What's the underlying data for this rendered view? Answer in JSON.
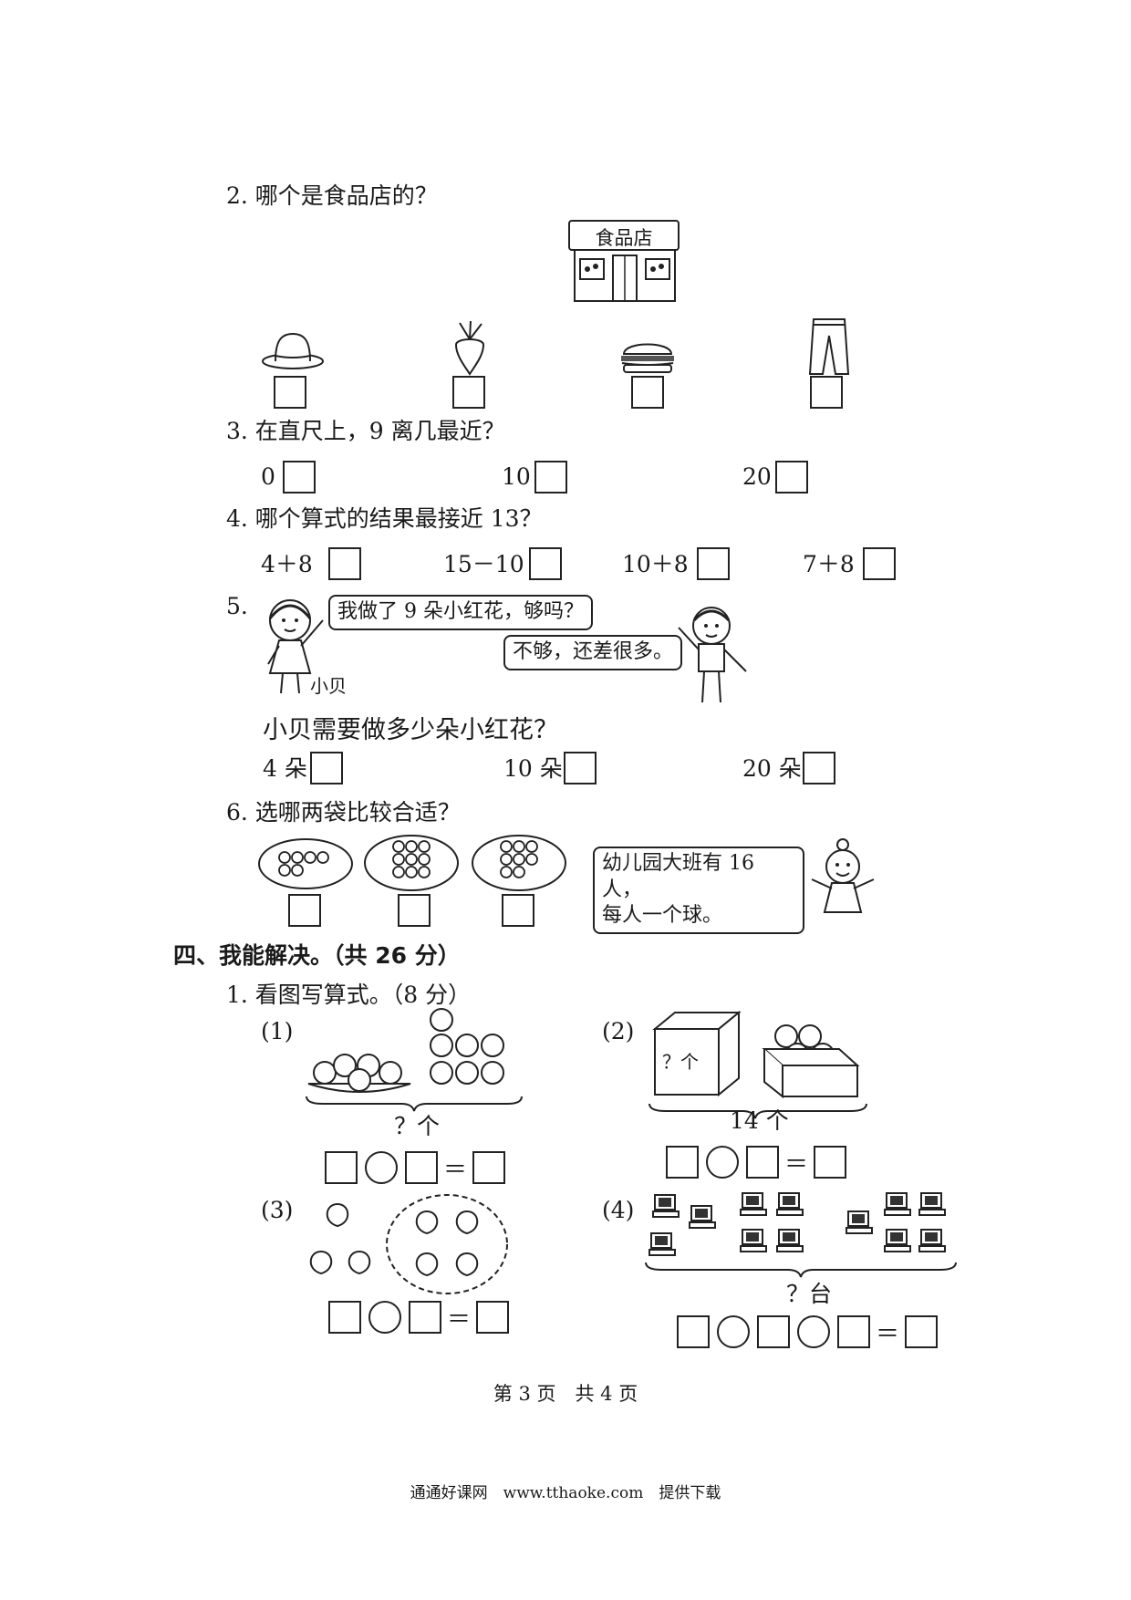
{
  "q2": {
    "title": "2. 哪个是食品店的？",
    "store_sign": "食品店",
    "items": [
      "hat-icon",
      "radish-icon",
      "hamburger-icon",
      "trousers-icon"
    ]
  },
  "q3": {
    "title": "3. 在直尺上，9 离几最近？",
    "options": [
      "0",
      "10",
      "20"
    ]
  },
  "q4": {
    "title": "4. 哪个算式的结果最接近 13？",
    "options": [
      "4＋8",
      "15－10",
      "10＋8",
      "7＋8"
    ]
  },
  "q5": {
    "number": "5.",
    "girl_speech": "我做了 9 朵小红花，够吗？",
    "boy_speech": "不够，还差很多。",
    "girl_name": "小贝",
    "question": "小贝需要做多少朵小红花？",
    "options": [
      "4 朵",
      "10 朵",
      "20 朵"
    ]
  },
  "q6": {
    "title": "6. 选哪两袋比较合适？",
    "speech_line1": "幼儿园大班有 16 人，",
    "speech_line2": "每人一个球。"
  },
  "section4": {
    "title": "四、我能解决。（共 26 分）",
    "q1_title": "1. 看图写算式。（8 分）",
    "p1_label": "(1)",
    "p1_brace_label": "？个",
    "p2_label": "(2)",
    "p2_box_label": "？个",
    "p2_brace_label": "14 个",
    "p3_label": "(3)",
    "p4_label": "(4)",
    "p4_brace_label": "？台",
    "equals": "＝"
  },
  "footer": {
    "page": "第 3 页　共 4 页",
    "source": "通通好课网　www.tthaoke.com　提供下载"
  }
}
